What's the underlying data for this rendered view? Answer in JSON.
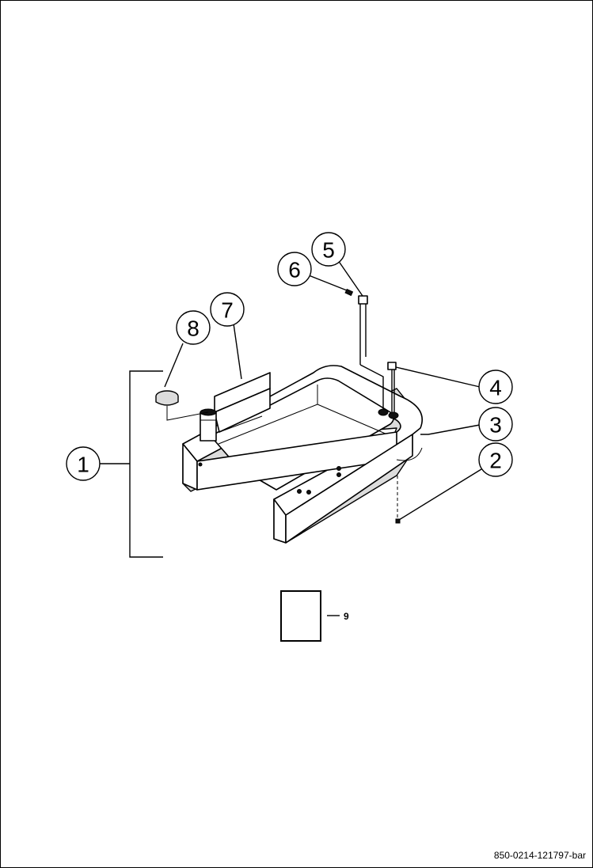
{
  "callouts": {
    "c1": "1",
    "c2": "2",
    "c3": "3",
    "c4": "4",
    "c5": "5",
    "c6": "6",
    "c7": "7",
    "c8": "8"
  },
  "document_label": {
    "ref": "9"
  },
  "drawing_code": "850-0214-121797-bar"
}
